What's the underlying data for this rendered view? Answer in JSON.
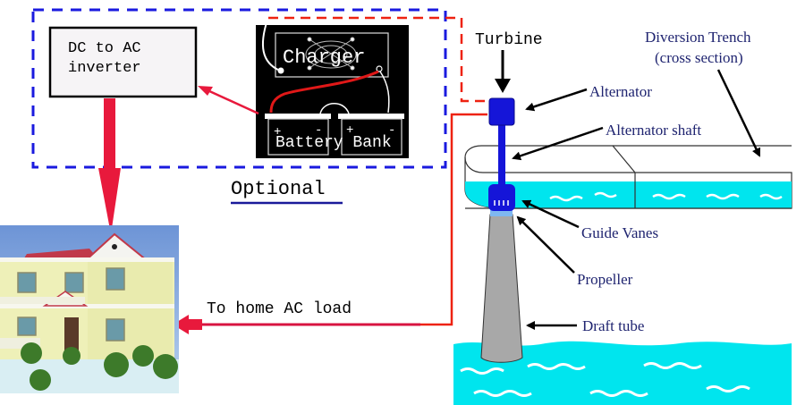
{
  "diagram": {
    "optional_group": {
      "label": "Optional",
      "inverter_label_line1": "DC to AC",
      "inverter_label_line2": "inverter",
      "charger_label": "Charger",
      "battery_label": "Battery Bank",
      "battery_plus": "+",
      "battery_minus": "-"
    },
    "home": {
      "load_label": "To home AC load"
    },
    "turbine": {
      "title": "Turbine",
      "parts": [
        {
          "label": "Alternator"
        },
        {
          "label": "Alternator shaft"
        },
        {
          "label": "Guide Vanes"
        },
        {
          "label": "Propeller"
        },
        {
          "label": "Draft tube"
        }
      ],
      "trench_line1": "Diversion Trench",
      "trench_line2": "(cross section)"
    },
    "colors": {
      "optional_border": "#1a1adf",
      "optional_underline": "#1a1a9a",
      "power_arrow": "#e8193c",
      "turbine_wire": "#ee2211",
      "alternator": "#1515d8",
      "water": "#00e5ee",
      "draft_tube": "#a8a8a8",
      "label_navy": "#1f2470"
    }
  }
}
